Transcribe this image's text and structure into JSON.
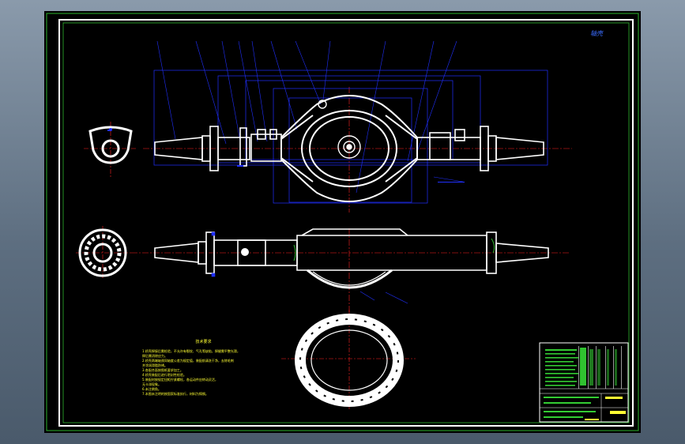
{
  "colors": {
    "sheet_background": "#000000",
    "frame_border": "#ffffff",
    "inner_frame": "#2db52d",
    "part_outline": "#ffffff",
    "leader_line": "#2030ff",
    "center_line": "#ff2020",
    "annotation_text": "#ffff33",
    "table_text": "#33cc33"
  },
  "views": [
    {
      "name": "front-section-view"
    },
    {
      "name": "top-section-view"
    },
    {
      "name": "axle-end-view"
    },
    {
      "name": "bearing-end-view"
    },
    {
      "name": "housing-ring-view"
    }
  ],
  "tech_notes": {
    "title": "技术要求",
    "lines": [
      "1.桥壳焊接后需检验，不允许有裂纹、气孔等缺陷，焊缝需平整光滑，",
      "   焊后需消除应力。",
      "2.桥壳两端轴颈同轴度公差为规定值，装配前清洗干净，去除毛刺",
      "   并涂润滑脂防锈。",
      "3.各配合面按图纸要求加工。",
      "4.桥壳装配后进行密封性检验。",
      "5.装配时按规定扭矩拧紧螺栓，各运动件应转动灵活，",
      "   无卡滞现象。",
      "6.未注倒角。",
      "7.本图未注明的按国家标准执行，材料为铸钢。"
    ]
  },
  "corner_tag": "轴壳"
}
